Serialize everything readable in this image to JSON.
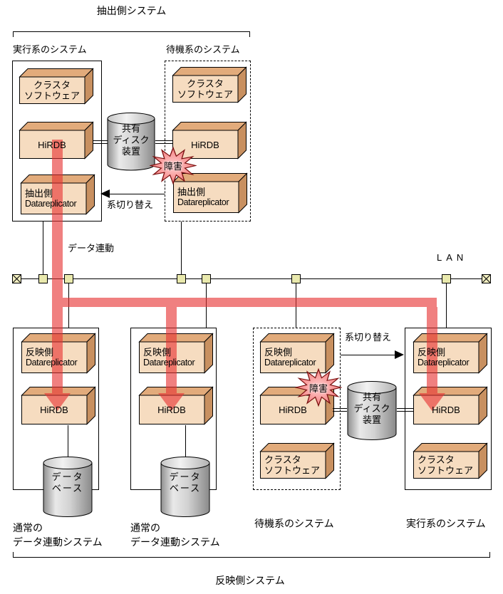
{
  "colors": {
    "box_front": "#f6dcc0",
    "box_top": "#e2ab7b",
    "box_side": "#c89060",
    "arrow_red": "#e63232",
    "tap_fill": "#e9e9ad",
    "terminator_fill": "#f2efc2",
    "star_fill": "#f58c8c",
    "line": "#000000"
  },
  "top": {
    "title": "抽出側システム",
    "exec_label": "実行系のシステム",
    "standby_label": "待機系のシステム",
    "cluster_l1": "クラスタ",
    "cluster_l2": "ソフトウェア",
    "hirdb": "HiRDB",
    "ext_dr_l1": "抽出側",
    "ext_dr_l2": "Datareplicator",
    "disk_l1": "共有",
    "disk_l2": "ディスク",
    "disk_l3": "装置",
    "failure": "障害",
    "switchover": "系切り替え",
    "datalink": "データ連動"
  },
  "lan": {
    "label": "LAN"
  },
  "bottom": {
    "ref_dr_l1": "反映側",
    "ref_dr_l2": "Datareplicator",
    "hirdb": "HiRDB",
    "cluster_l1": "クラスタ",
    "cluster_l2": "ソフトウェア",
    "db_l1": "データ",
    "db_l2": "ベース",
    "disk_l1": "共有",
    "disk_l2": "ディスク",
    "disk_l3": "装置",
    "failure": "障害",
    "switchover": "系切り替え",
    "normal_cap_l1": "通常の",
    "normal_cap_l2": "データ連動システム",
    "standby_label": "待機系のシステム",
    "exec_label": "実行系のシステム",
    "title": "反映側システム"
  }
}
